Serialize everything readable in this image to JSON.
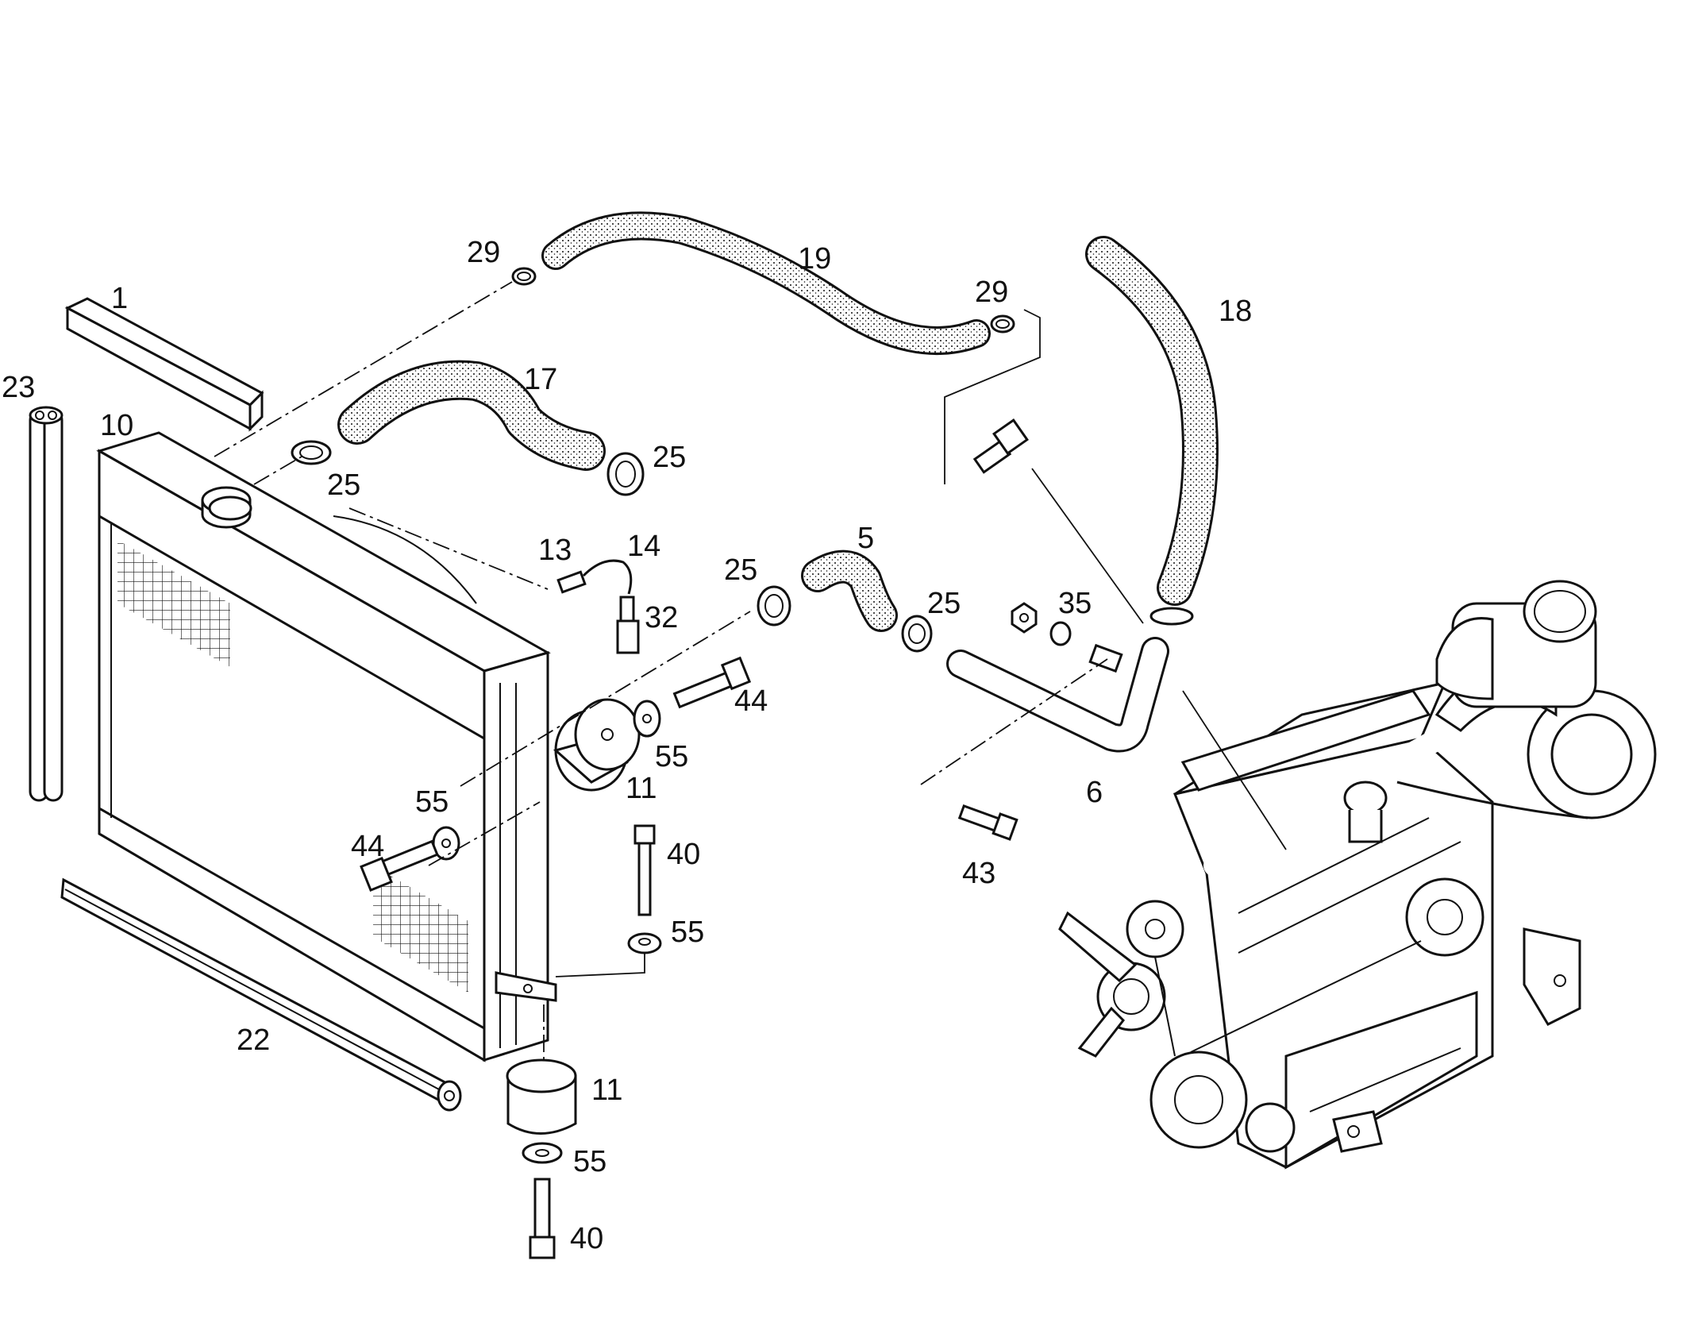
{
  "labels": [
    {
      "id": "p1",
      "text": "1"
    },
    {
      "id": "p23",
      "text": "23"
    },
    {
      "id": "p10",
      "text": "10"
    },
    {
      "id": "p29a",
      "text": "29"
    },
    {
      "id": "p19",
      "text": "19"
    },
    {
      "id": "p29b",
      "text": "29"
    },
    {
      "id": "p18",
      "text": "18"
    },
    {
      "id": "p17",
      "text": "17"
    },
    {
      "id": "p25a",
      "text": "25"
    },
    {
      "id": "p25b",
      "text": "25"
    },
    {
      "id": "p13",
      "text": "13"
    },
    {
      "id": "p14",
      "text": "14"
    },
    {
      "id": "p5",
      "text": "5"
    },
    {
      "id": "p25c",
      "text": "25"
    },
    {
      "id": "p25d",
      "text": "25"
    },
    {
      "id": "p32",
      "text": "32"
    },
    {
      "id": "p35",
      "text": "35"
    },
    {
      "id": "p44a",
      "text": "44"
    },
    {
      "id": "p55a",
      "text": "55"
    },
    {
      "id": "p11a",
      "text": "11"
    },
    {
      "id": "p55b",
      "text": "55"
    },
    {
      "id": "p44b",
      "text": "44"
    },
    {
      "id": "p40a",
      "text": "40"
    },
    {
      "id": "p6",
      "text": "6"
    },
    {
      "id": "p43",
      "text": "43"
    },
    {
      "id": "p55c",
      "text": "55"
    },
    {
      "id": "p22",
      "text": "22"
    },
    {
      "id": "p11b",
      "text": "11"
    },
    {
      "id": "p55d",
      "text": "55"
    },
    {
      "id": "p40b",
      "text": "40"
    }
  ]
}
